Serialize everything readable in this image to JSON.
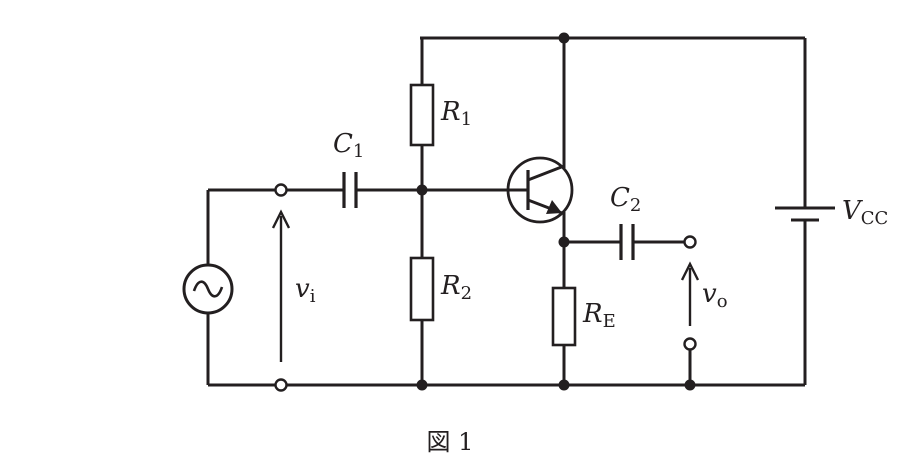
{
  "diagram": {
    "caption": "図 1",
    "labels": {
      "r1": {
        "main": "R",
        "sub": "1"
      },
      "r2": {
        "main": "R",
        "sub": "2"
      },
      "re": {
        "main": "R",
        "sub": "E"
      },
      "c1": {
        "main": "C",
        "sub": "1"
      },
      "c2": {
        "main": "C",
        "sub": "2"
      },
      "vcc": {
        "main": "V",
        "sub": "CC"
      },
      "vi": {
        "main": "v",
        "sub": "i"
      },
      "vo": {
        "main": "v",
        "sub": "o"
      }
    },
    "colors": {
      "stroke": "#231f20",
      "background": "#ffffff"
    }
  }
}
